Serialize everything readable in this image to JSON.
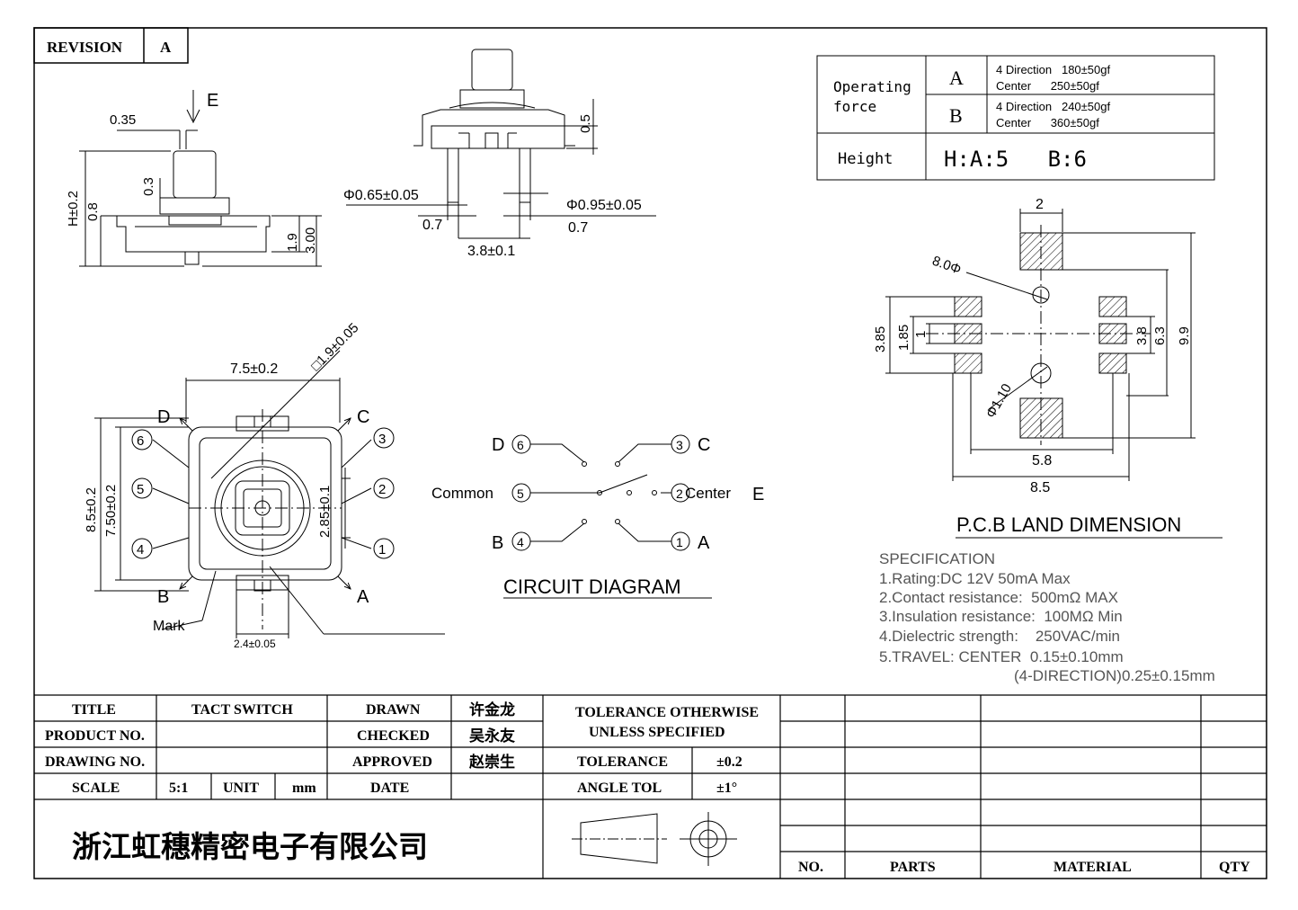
{
  "revision": {
    "label": "REVISION",
    "value": "A"
  },
  "side_view": {
    "arrow_label": "E",
    "dims": [
      "0.35",
      "0.3",
      "H±0.2",
      "0.8",
      "1.9",
      "3.00"
    ]
  },
  "front_view": {
    "dims": [
      "0.5",
      "Φ0.65±0.05",
      "0.7",
      "Φ0.95±0.05",
      "0.7",
      "3.8±0.1"
    ]
  },
  "operating_table": {
    "row1_label": "Operating\nforce",
    "rows": [
      {
        "key": "A",
        "line1": "4 Direction   180±50gf",
        "line2": "Center      250±50gf"
      },
      {
        "key": "B",
        "line1": "4 Direction   240±50gf",
        "line2": "Center      360±50gf"
      }
    ],
    "height_label": "Height",
    "height_value": "H:A:5   B:6"
  },
  "top_view": {
    "dims": [
      "7.5±0.2",
      "□1.9±0.05",
      "8.5±0.2",
      "7.50±0.2",
      "2.85±0.1",
      "2.4±0.05"
    ],
    "directions": [
      "D",
      "C",
      "B",
      "A"
    ],
    "pins_left": [
      "6",
      "5",
      "4"
    ],
    "pins_right": [
      "3",
      "2",
      "1"
    ],
    "mark_label": "Mark"
  },
  "circuit": {
    "title": "CIRCUIT DIAGRAM",
    "common_label": "Common",
    "center_label": "Center",
    "e_label": "E",
    "nodes": [
      {
        "letter": "D",
        "num": "6"
      },
      {
        "letter": "C",
        "num": "3"
      },
      {
        "letter": "B",
        "num": "4"
      },
      {
        "letter": "A",
        "num": "1"
      }
    ],
    "common_num": "5",
    "center_num": "2"
  },
  "pcb": {
    "title": "P.C.B LAND DIMENSION",
    "dims": [
      "2",
      "Φ0.8",
      "3.85",
      "1.85",
      "1",
      "3.8",
      "6.3",
      "9.9",
      "Φ1.10",
      "5.8",
      "8.5"
    ]
  },
  "specification": {
    "heading": "SPECIFICATION",
    "lines": [
      "1.Rating:DC 12V 50mA Max",
      "2.Contact resistance:  500mΩ MAX",
      "3.Insulation resistance:  100MΩ Min",
      "4.Dielectric strength:    250VAC/min",
      "5.TRAVEL: CENTER  0.15±0.10mm",
      "(4-DIRECTION)0.25±0.15mm"
    ]
  },
  "title_block": {
    "title_label": "TITLE",
    "title_value": "TACT SWITCH",
    "product_label": "PRODUCT NO.",
    "product_value": "",
    "drawing_label": "DRAWING NO.",
    "drawing_value": "",
    "scale_label": "SCALE",
    "scale_value": "5:1",
    "unit_label": "UNIT",
    "unit_value": "mm",
    "drawn_label": "DRAWN",
    "drawn_value": "许金龙",
    "checked_label": "CHECKED",
    "checked_value": "吴永友",
    "approved_label": "APPROVED",
    "approved_value": "赵崇生",
    "date_label": "DATE",
    "date_value": "",
    "tol_heading1": "TOLERANCE OTHERWISE",
    "tol_heading2": "UNLESS SPECIFIED",
    "tolerance_label": "TOLERANCE",
    "tolerance_value": "±0.2",
    "angle_label": "ANGLE TOL",
    "angle_value": "±1°",
    "company": "浙江虹穗精密电子有限公司"
  },
  "parts_table": {
    "headers": [
      "NO.",
      "PARTS",
      "MATERIAL",
      "QTY"
    ]
  }
}
